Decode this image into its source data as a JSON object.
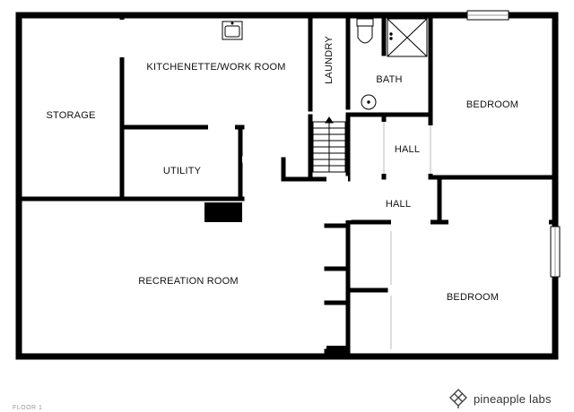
{
  "rooms": {
    "storage": "STORAGE",
    "kitchenette": "KITCHENETTE/WORK ROOM",
    "laundry": "LAUNDRY",
    "bath": "BATH",
    "bedroom_top": "BEDROOM",
    "utility": "UTILITY",
    "hall_upper": "HALL",
    "hall_lower": "HALL",
    "recreation": "RECREATION ROOM",
    "bedroom_bottom": "BEDROOM"
  },
  "footer": {
    "floor": "FLOOR 1",
    "brand": "pineapple labs"
  },
  "colors": {
    "wall": "#000000",
    "opening": "#ffffff",
    "window": "#9a9a9a"
  },
  "icons": [
    "sink-icon",
    "toilet-icon",
    "shower-icon",
    "stairs-icon",
    "brand-logo-icon"
  ]
}
